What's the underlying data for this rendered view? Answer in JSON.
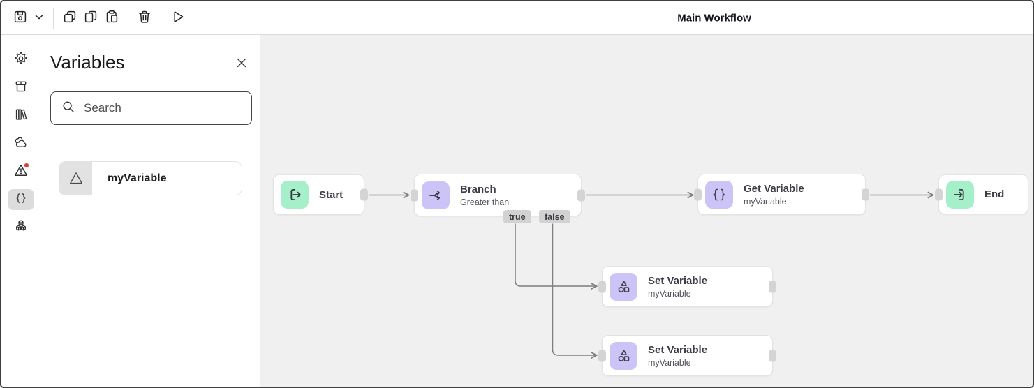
{
  "window": {
    "title": "Main Workflow"
  },
  "toolbar": {
    "buttons": [
      {
        "name": "save",
        "icon": "save-icon"
      },
      {
        "name": "save-options",
        "icon": "chevron-down-icon"
      },
      {
        "name": "copy",
        "icon": "copy-icon"
      },
      {
        "name": "duplicate",
        "icon": "duplicate-icon"
      },
      {
        "name": "paste",
        "icon": "paste-icon"
      },
      {
        "name": "delete",
        "icon": "trash-icon"
      },
      {
        "name": "run",
        "icon": "play-icon"
      }
    ]
  },
  "nav_rail": {
    "items": [
      {
        "icon": "gear-icon"
      },
      {
        "icon": "package-icon"
      },
      {
        "icon": "library-icon"
      },
      {
        "icon": "clouds-icon"
      },
      {
        "icon": "warning-icon",
        "has_alert_dot": true
      },
      {
        "icon": "braces-icon",
        "selected": true
      },
      {
        "icon": "cubes-icon"
      }
    ]
  },
  "panel": {
    "title": "Variables",
    "search": {
      "placeholder": "Search"
    },
    "variables": [
      {
        "name": "myVariable",
        "icon": "triangle-icon"
      }
    ]
  },
  "canvas": {
    "nodes": [
      {
        "id": "start",
        "title": "Start",
        "icon": "start-icon",
        "icon_color": "#a6f0c9"
      },
      {
        "id": "branch",
        "title": "Branch",
        "subtitle": "Greater than",
        "icon": "branch-icon",
        "icon_color": "#ccc3f6",
        "outputs": [
          "true",
          "false"
        ]
      },
      {
        "id": "get-variable",
        "title": "Get Variable",
        "subtitle": "myVariable",
        "icon": "braces-icon",
        "icon_color": "#ccc3f6"
      },
      {
        "id": "end",
        "title": "End",
        "icon": "end-icon",
        "icon_color": "#a6f0c9"
      },
      {
        "id": "set-variable-1",
        "title": "Set Variable",
        "subtitle": "myVariable",
        "icon": "shapes-icon",
        "icon_color": "#ccc3f6"
      },
      {
        "id": "set-variable-2",
        "title": "Set Variable",
        "subtitle": "myVariable",
        "icon": "shapes-icon",
        "icon_color": "#ccc3f6"
      }
    ],
    "edges": [
      {
        "from": "start",
        "to": "branch"
      },
      {
        "from": "branch",
        "to": "get-variable"
      },
      {
        "from": "branch",
        "output": "true",
        "to": "set-variable-1"
      },
      {
        "from": "branch",
        "output": "false",
        "to": "set-variable-2"
      },
      {
        "from": "get-variable",
        "to": "end"
      }
    ],
    "colors": {
      "background": "#f0f0f0",
      "wire": "#7e7e7e",
      "node_border": "#e3e3e3",
      "port": "#d4d4d4",
      "badge_bg": "#d2d2d2",
      "node_green": "#a6f0c9",
      "node_purple": "#ccc3f6"
    }
  }
}
